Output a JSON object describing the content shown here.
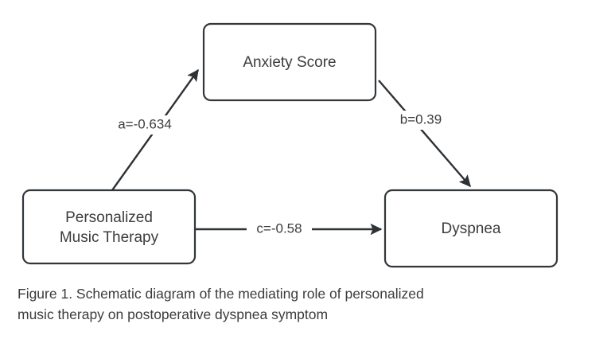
{
  "figure": {
    "type": "mediation-path-diagram",
    "caption_line1": "Figure 1. Schematic diagram of the mediating role of personalized",
    "caption_line2": "music therapy on postoperative dyspnea symptom",
    "colors": {
      "box_stroke": "#33373b",
      "text": "#3c3c3c",
      "arrow": "#2e3236",
      "background": "#ffffff"
    }
  },
  "nodes": [
    {
      "id": "anxiety",
      "label": "Anxiety Score",
      "label_line1": "Anxiety Score",
      "label_line2": ""
    },
    {
      "id": "therapy",
      "label": "Personalized Music Therapy",
      "label_line1": "Personalized",
      "label_line2": "Music Therapy"
    },
    {
      "id": "dyspnea",
      "label": "Dyspnea",
      "label_line1": "Dyspnea",
      "label_line2": ""
    }
  ],
  "paths": [
    {
      "id": "a",
      "label": "a=-0.634",
      "coefficient": -0.634,
      "from": "therapy",
      "to": "anxiety"
    },
    {
      "id": "b",
      "label": "b=0.39",
      "coefficient": 0.39,
      "from": "anxiety",
      "to": "dyspnea"
    },
    {
      "id": "c",
      "label": "c=-0.58",
      "coefficient": -0.58,
      "from": "therapy",
      "to": "dyspnea"
    }
  ]
}
